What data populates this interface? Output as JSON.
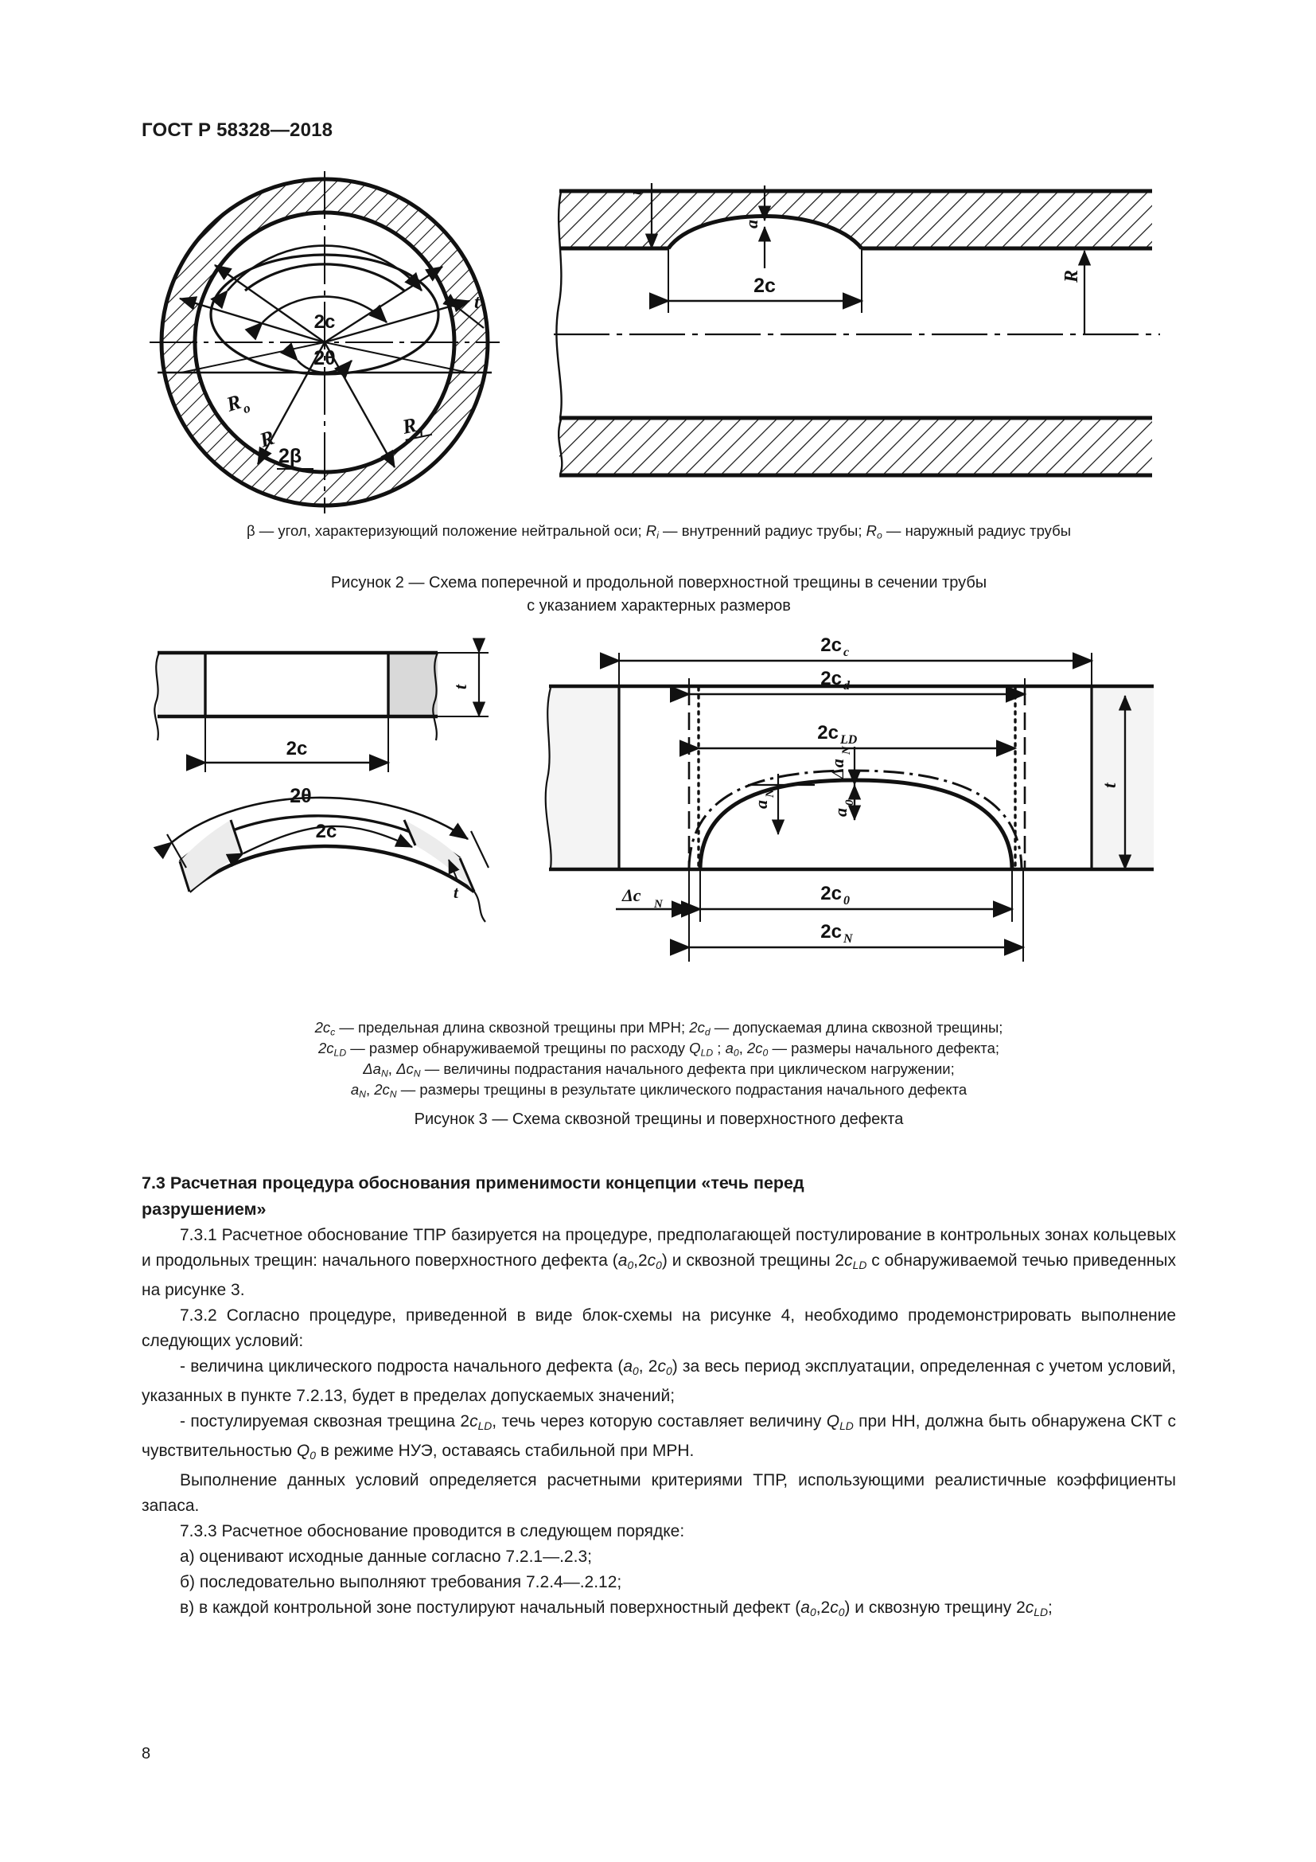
{
  "header": {
    "standard": "ГОСТ Р 58328—2018"
  },
  "page": {
    "number": "8"
  },
  "figure2": {
    "labels": {
      "two_c": "2c",
      "two_theta": "2θ",
      "R_o": "R",
      "R_o_sub": "o",
      "R_i": "R",
      "R_i_sub": "i",
      "R": "R",
      "two_beta": "2β",
      "t": "t",
      "a": "a"
    },
    "note": "β — угол, характеризующий положение нейтральной оси; R_i — внутренний радиус трубы; R_o — наружный радиус трубы",
    "note_parts": {
      "p1": "β — угол, характеризующий положение нейтральной оси; ",
      "sym1": "R",
      "sub1": "i",
      "p2": " — внутренний радиус трубы; ",
      "sym2": "R",
      "sub2": "o",
      "p3": " — наружный радиус трубы"
    },
    "caption_line1": "Рисунок 2 — Схема поперечной и продольной поверхностной трещины в сечении трубы",
    "caption_line2": "с указанием характерных размеров"
  },
  "figure3": {
    "labels": {
      "two_c": "2c",
      "two_theta": "2θ",
      "t": "t",
      "two_c_c": "2c",
      "two_c_c_sub": "c",
      "two_c_d": "2c",
      "two_c_d_sub": "d",
      "two_c_LD": "2c",
      "two_c_LD_sub": "LD",
      "a_N": "a",
      "a_N_sub": "N",
      "delta_a_N": "Δa",
      "delta_a_N_sub": "N",
      "a_0": "a",
      "a_0_sub": "0",
      "delta_c_N": "Δc",
      "delta_c_N_sub": "N",
      "two_c_0": "2c",
      "two_c_0_sub": "0",
      "two_c_N": "2c",
      "two_c_N_sub": "N"
    },
    "note_line1": {
      "s1": "2c",
      "sub1": "c",
      "t1": " — предельная длина сквозной трещины при МРН; ",
      "s2": "2c",
      "sub2": "d",
      "t2": " — допускаемая длина сквозной трещины;"
    },
    "note_line2": {
      "s1": "2c",
      "sub1": "LD",
      "t1": " — размер обнаруживаемой трещины по расходу ",
      "s2": "Q",
      "sub2": "LD",
      "t2": " ; ",
      "s3": "a",
      "sub3": "0",
      "t3": ", ",
      "s4": "2c",
      "sub4": "0",
      "t4": " — размеры начального дефекта;"
    },
    "note_line3": {
      "s1": "Δa",
      "sub1": "N",
      "t1": ", ",
      "s2": "Δc",
      "sub2": "N",
      "t2": " — величины подрастания начального дефекта при циклическом нагружении;"
    },
    "note_line4": {
      "s1": "a",
      "sub1": "N",
      "t1": ", ",
      "s2": "2c",
      "sub2": "N",
      "t2": " — размеры трещины в результате циклического подрастания начального дефекта"
    },
    "caption": "Рисунок 3 — Схема сквозной трещины и поверхностного дефекта"
  },
  "body": {
    "heading_line1": "7.3 Расчетная процедура обоснования применимости концепции «течь перед",
    "heading_line2": "разрушением»",
    "p731": {
      "t1": "7.3.1 Расчетное обоснование ТПР базируется на процедуре, предполагающей постулирование в контрольных зонах кольцевых и продольных трещин: начального поверхностного дефекта (",
      "s1": "a",
      "sub1": "0",
      "t2": ",2",
      "s2": "c",
      "sub2": "0",
      "t3": ") и сквозной трещины 2",
      "s3": "c",
      "sub3": "LD",
      "t4": " с обнаруживаемой течью приведенных на рисунке 3."
    },
    "p732": "7.3.2 Согласно процедуре, приведенной в виде блок-схемы на рисунке 4, необходимо продемонстрировать выполнение следующих условий:",
    "bullet1": {
      "t1": "- величина циклического подроста начального дефекта (",
      "s1": "a",
      "sub1": "0",
      "t2": ", 2",
      "s2": "c",
      "sub2": "0",
      "t3": ") за весь период эксплуатации, определенная с учетом условий, указанных в пункте 7.2.13, будет в пределах допускаемых значений;"
    },
    "bullet2": {
      "t1": "- постулируемая сквозная трещина 2",
      "s1": "c",
      "sub1": "LD",
      "t2": ", течь через которую составляет величину ",
      "s2": "Q",
      "sub2": "LD",
      "t3": " при НН, должна быть обнаружена СКТ с чувствительностью ",
      "s3": "Q",
      "sub3": "0",
      "t4": " в режиме НУЭ, оставаясь стабильной при МРН."
    },
    "p_vyp": "Выполнение данных условий определяется расчетными критериями ТПР, использующими реалистичные коэффициенты запаса.",
    "p733": "7.3.3 Расчетное обоснование проводится в следующем порядке:",
    "item_a": "а) оценивают исходные данные согласно 7.2.1—.2.3;",
    "item_b": "б) последовательно выполняют требования 7.2.4—.2.12;",
    "item_v": {
      "t1": "в) в каждой контрольной зоне постулируют начальный поверхностный дефект (",
      "s1": "a",
      "sub1": "0",
      "t2": ",2",
      "s2": "c",
      "sub2": "0",
      "t3": ") и сквозную трещину 2",
      "s3": "c",
      "sub3": "LD",
      "t4": ";"
    }
  }
}
